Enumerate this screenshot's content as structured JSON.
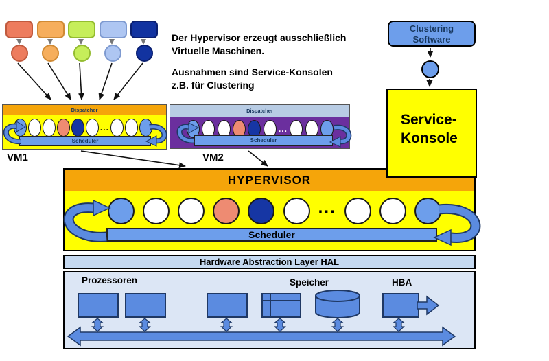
{
  "palette": {
    "orange_header": "#F5A50A",
    "yellow": "#FFFF00",
    "scheduler_blue": "#6D9EEB",
    "hardware_blue": "#5B8BE0",
    "dark_blue": "#1636A4",
    "salmon": "#EE8B72",
    "vm2_purple": "#6B2F9E",
    "vm2_dispatcher_blue": "#B8CCE4",
    "hal_blue": "#C5D9F1",
    "hardware_bg": "#DCE6F5",
    "navy_text": "#17375E"
  },
  "clients": {
    "items": [
      {
        "name": "client-coral",
        "fill": "#ED7C5E",
        "border": "#C05A3E"
      },
      {
        "name": "client-orange",
        "fill": "#F6AE5C",
        "border": "#D08A34"
      },
      {
        "name": "client-green",
        "fill": "#C6EE5A",
        "border": "#94BC30"
      },
      {
        "name": "client-lightblue",
        "fill": "#AEC6F2",
        "border": "#7E9AD0"
      },
      {
        "name": "client-darkblue",
        "fill": "#1233A0",
        "border": "#0A1F70"
      }
    ]
  },
  "annotations": {
    "para1_line1": "Der Hypervisor erzeugt ausschließlich",
    "para1_line2": "Virtuelle Maschinen.",
    "para2_line1": "Ausnahmen sind Service-Konsolen",
    "para2_line2": "z.B. für Clustering"
  },
  "clustering": {
    "line1": "Clustering",
    "line2": "Software"
  },
  "service_console": {
    "line1": "Service-",
    "line2": "Konsole"
  },
  "vm1": {
    "label": "VM1",
    "dispatcher": "Dispatcher",
    "scheduler": "Scheduler"
  },
  "vm2": {
    "label": "VM2",
    "dispatcher": "Dispatcher",
    "scheduler": "Scheduler"
  },
  "hypervisor": {
    "title": "HYPERVISOR",
    "scheduler": "Scheduler"
  },
  "hal": {
    "label": "Hardware Abstraction Layer HAL"
  },
  "hardware": {
    "prozessoren": "Prozessoren",
    "speicher": "Speicher",
    "hba": "HBA"
  },
  "misc": {
    "ellipsis": "..."
  },
  "rows": {
    "vm": [
      "#6D9EEB",
      "#FFFFFF",
      "#FFFFFF",
      "#EE8B72",
      "#1636A4",
      "#FFFFFF",
      "dots",
      "#FFFFFF",
      "#FFFFFF",
      "#6D9EEB"
    ],
    "hypervisor": [
      "#6D9EEB",
      "#FFFFFF",
      "#FFFFFF",
      "#EE8B72",
      "#1636A4",
      "#FFFFFF",
      "dots",
      "#FFFFFF",
      "#FFFFFF",
      "#6D9EEB"
    ]
  }
}
